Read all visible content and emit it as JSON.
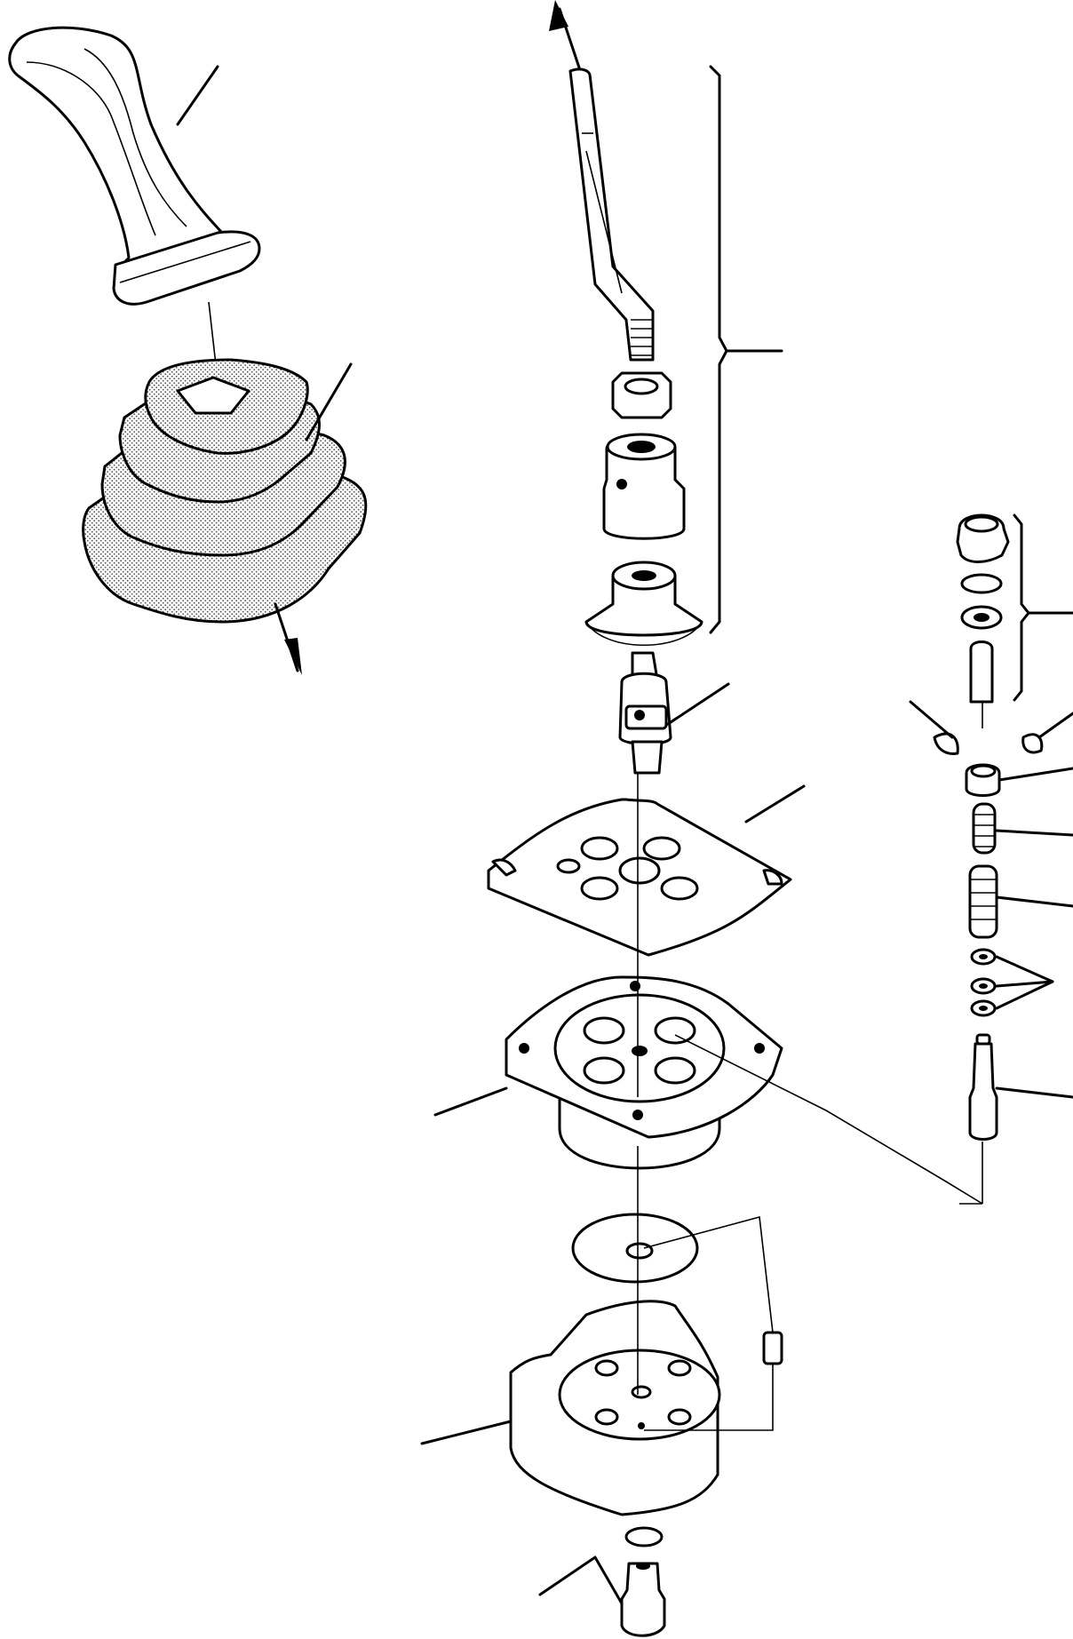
{
  "figure": {
    "texts": []
  },
  "parts": [
    {
      "name": "control-lever-grip"
    },
    {
      "name": "rubber-boot"
    },
    {
      "name": "lever-assembly"
    },
    {
      "name": "universal-joint"
    },
    {
      "name": "plate"
    },
    {
      "name": "valve-body-upper"
    },
    {
      "name": "gasket"
    },
    {
      "name": "valve-body-lower"
    },
    {
      "name": "plug-fitting"
    },
    {
      "name": "plunger-assembly"
    },
    {
      "name": "retainer-halves"
    },
    {
      "name": "spring-seat"
    },
    {
      "name": "spring-small"
    },
    {
      "name": "spring-large"
    },
    {
      "name": "shims"
    },
    {
      "name": "spool"
    },
    {
      "name": "dowel-pin"
    }
  ]
}
